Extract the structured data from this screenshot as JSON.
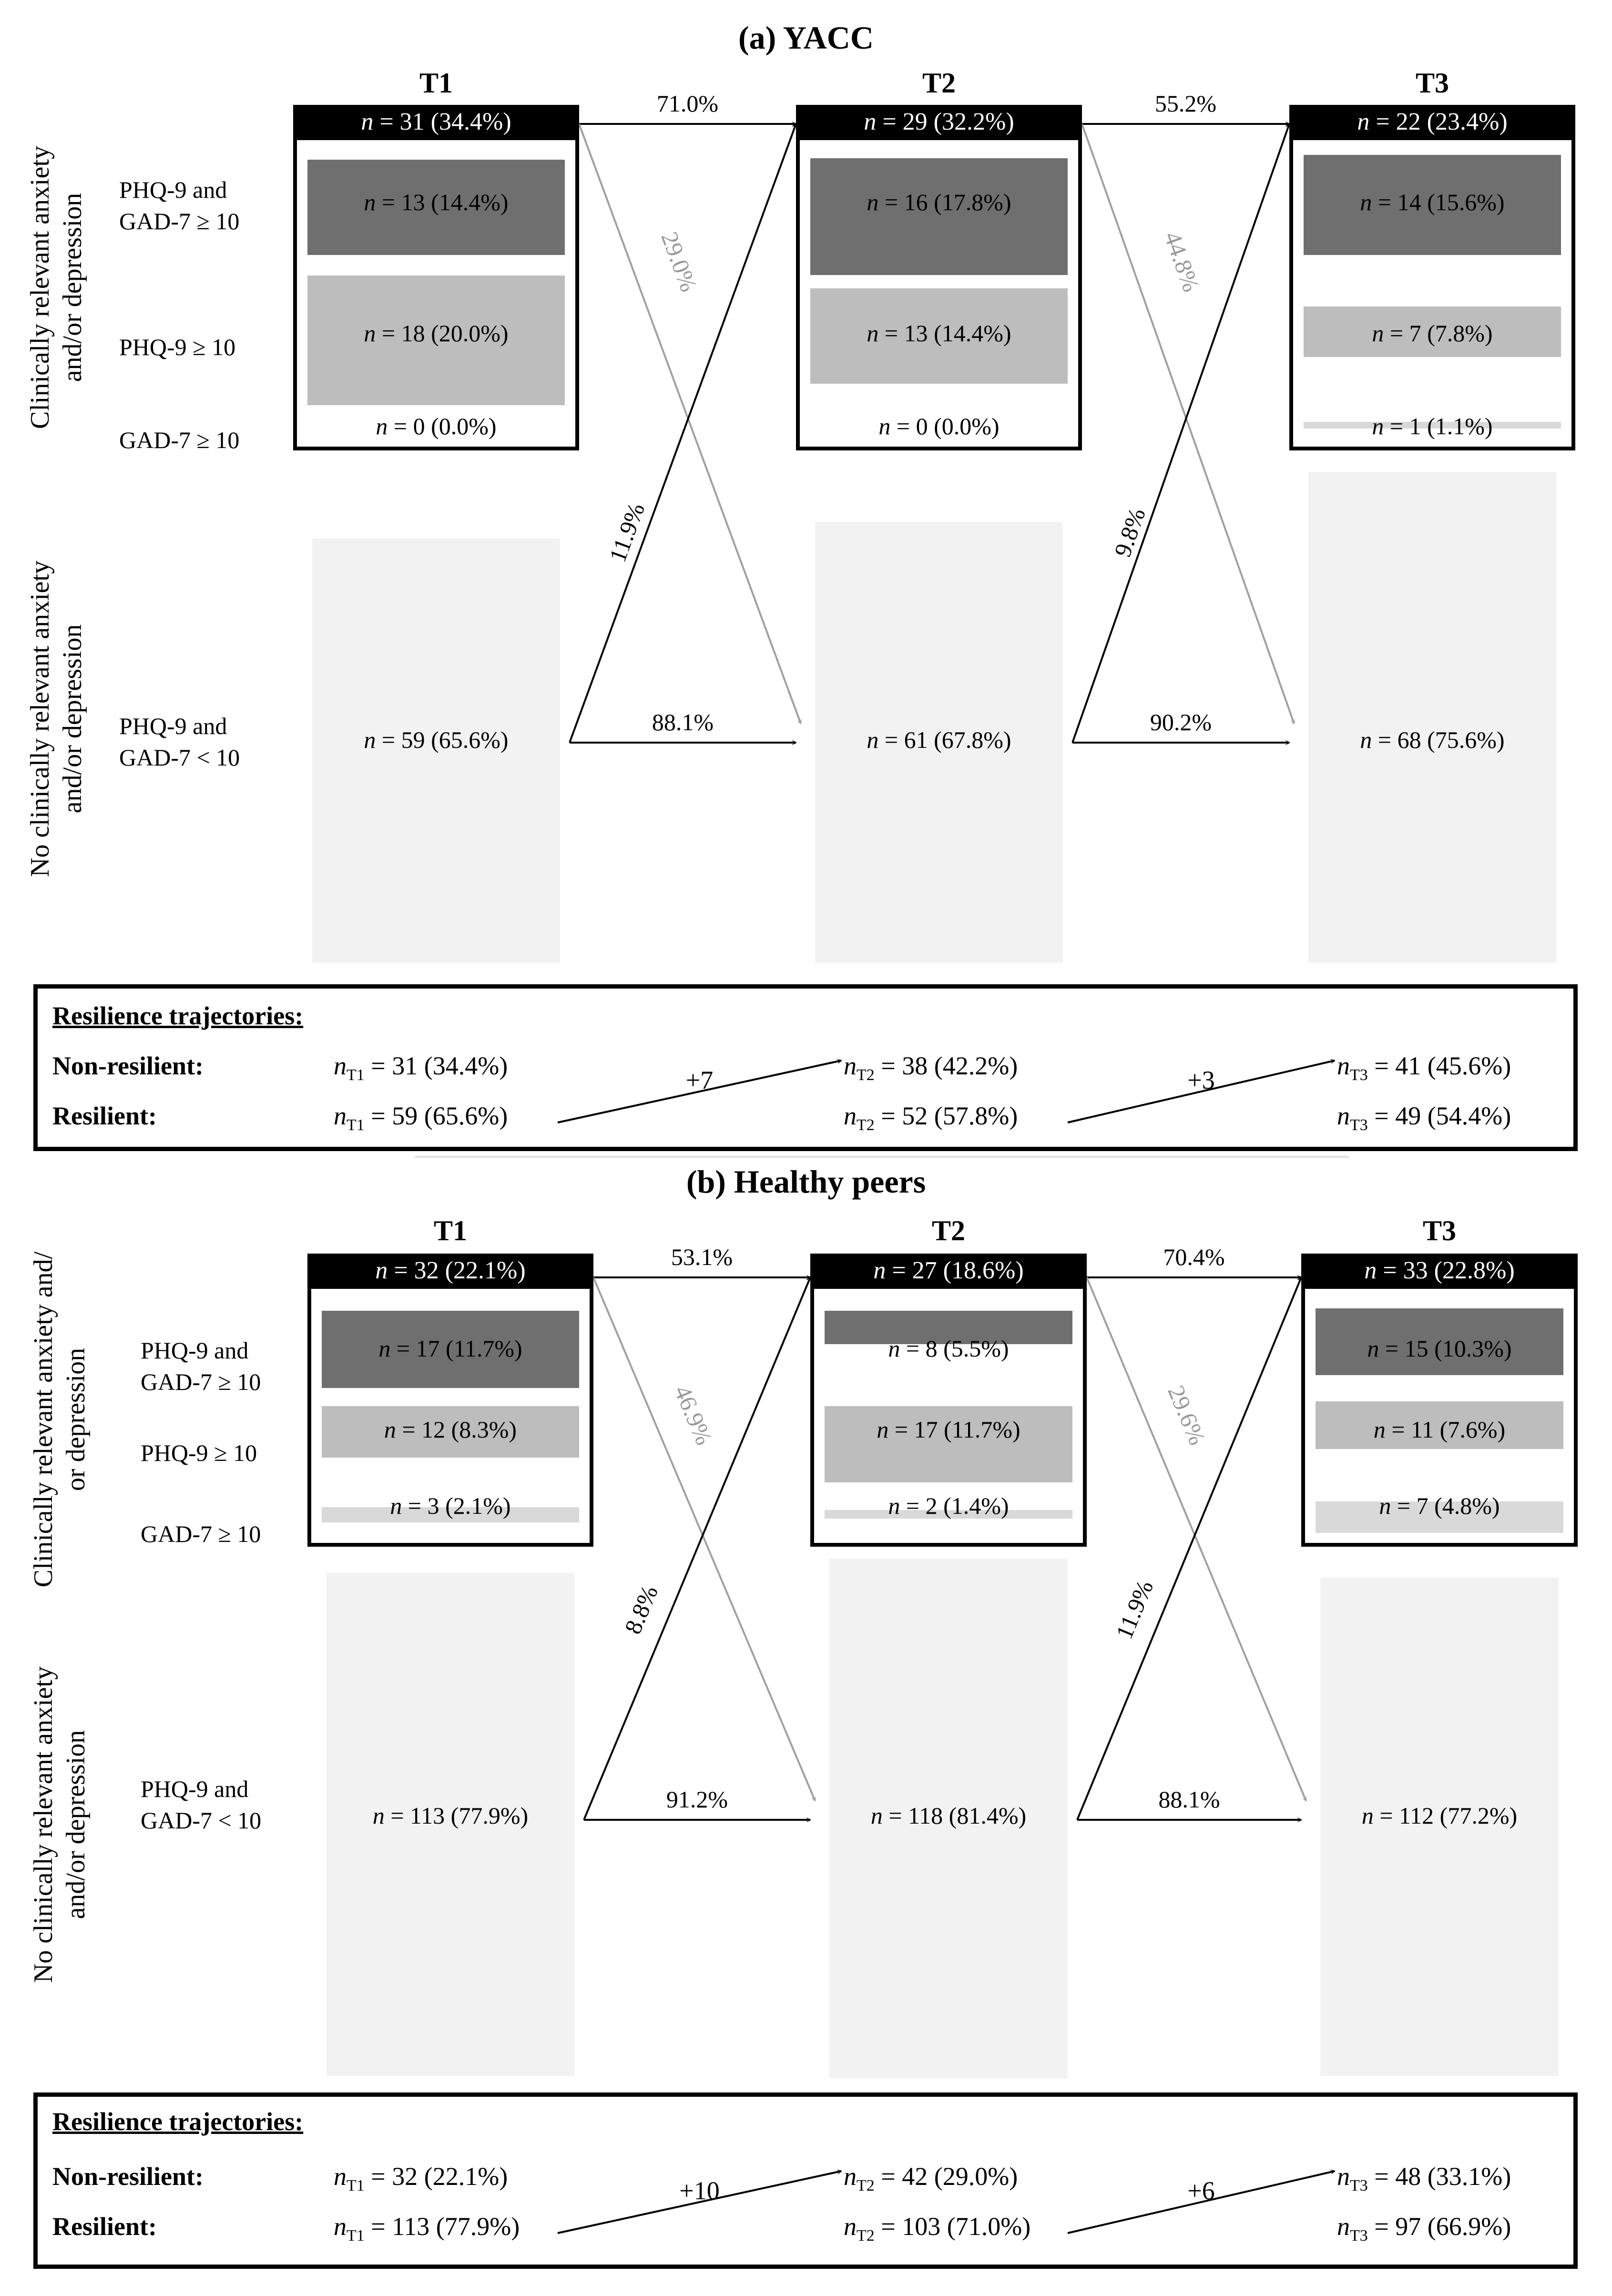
{
  "panels": [
    {
      "title": "(a) YACC",
      "time_labels": [
        "T1",
        "T2",
        "T3"
      ],
      "group_label_clinical": "Clinically relevant anxiety and/or depression",
      "group_label_nonclinical": "No clinically relevant anxiety and/or depression",
      "row_labels": {
        "both_1": "PHQ-9 and",
        "both_2": "GAD-7 ≥ 10",
        "phq": "PHQ-9 ≥ 10",
        "gad": "GAD-7 ≥ 10",
        "none_1": "PHQ-9 and",
        "none_2": "GAD-7 < 10"
      },
      "timepoints": [
        {
          "clinical_total": "n = 31 (34.4%)",
          "both": "n = 13 (14.4%)",
          "both_level": 0.144,
          "phq": "n = 18 (20.0%)",
          "phq_level": 0.2,
          "gad": "n = 0 (0.0%)",
          "gad_level": 0.0,
          "none": "n = 59 (65.6%)"
        },
        {
          "clinical_total": "n = 29 (32.2%)",
          "both": "n = 16 (17.8%)",
          "both_level": 0.178,
          "phq": "n = 13 (14.4%)",
          "phq_level": 0.144,
          "gad": "n = 0 (0.0%)",
          "gad_level": 0.0,
          "none": "n = 61 (67.8%)"
        },
        {
          "clinical_total": "n = 22 (23.4%)",
          "both": "n = 14 (15.6%)",
          "both_level": 0.156,
          "phq": "n = 7 (7.8%)",
          "phq_level": 0.078,
          "gad": "n = 1 (1.1%)",
          "gad_level": 0.011,
          "none": "n = 68 (75.6%)"
        }
      ],
      "transitions": [
        {
          "stay_clinical": "71.0%",
          "clinical_to_non": "29.0%",
          "non_to_clinical": "11.9%",
          "stay_non": "88.1%"
        },
        {
          "stay_clinical": "55.2%",
          "clinical_to_non": "44.8%",
          "non_to_clinical": "9.8%",
          "stay_non": "90.2%"
        }
      ],
      "resilience": {
        "title": "Resilience trajectories:",
        "nonresilient_label": "Non-resilient:",
        "resilient_label": "Resilient:",
        "nonresilient": [
          "= 31 (34.4%)",
          "= 38 (42.2%)",
          "= 41 (45.6%)"
        ],
        "resilient": [
          "= 59 (65.6%)",
          "= 52 (57.8%)",
          "= 49 (54.4%)"
        ],
        "changes": [
          "+7",
          "+3"
        ]
      }
    },
    {
      "title": "(b) Healthy peers",
      "time_labels": [
        "T1",
        "T2",
        "T3"
      ],
      "group_label_clinical": "Clinically relevant anxiety and/ or depression",
      "group_label_nonclinical": "No clinically relevant anxiety and/or depression",
      "row_labels": {
        "both_1": "PHQ-9 and",
        "both_2": "GAD-7 ≥ 10",
        "phq": "PHQ-9 ≥ 10",
        "gad": "GAD-7 ≥ 10",
        "none_1": "PHQ-9 and",
        "none_2": "GAD-7 < 10"
      },
      "timepoints": [
        {
          "clinical_total": "n = 32 (22.1%)",
          "both": "n = 17 (11.7%)",
          "both_level": 0.117,
          "phq": "n = 12 (8.3%)",
          "phq_level": 0.083,
          "gad": "n = 3 (2.1%)",
          "gad_level": 0.021,
          "none": "n = 113 (77.9%)"
        },
        {
          "clinical_total": "n = 27 (18.6%)",
          "both": "n = 8 (5.5%)",
          "both_level": 0.055,
          "phq": "n = 17 (11.7%)",
          "phq_level": 0.117,
          "gad": "n = 2 (1.4%)",
          "gad_level": 0.014,
          "none": "n = 118 (81.4%)"
        },
        {
          "clinical_total": "n = 33 (22.8%)",
          "both": "n = 15 (10.3%)",
          "both_level": 0.103,
          "phq": "n = 11 (7.6%)",
          "phq_level": 0.076,
          "gad": "n = 7 (4.8%)",
          "gad_level": 0.048,
          "none": "n = 112 (77.2%)"
        }
      ],
      "transitions": [
        {
          "stay_clinical": "53.1%",
          "clinical_to_non": "46.9%",
          "non_to_clinical": "8.8%",
          "stay_non": "91.2%"
        },
        {
          "stay_clinical": "70.4%",
          "clinical_to_non": "29.6%",
          "non_to_clinical": "11.9%",
          "stay_non": "88.1%"
        }
      ],
      "resilience": {
        "title": "Resilience trajectories:",
        "nonresilient_label": "Non-resilient:",
        "resilient_label": "Resilient:",
        "nonresilient": [
          "= 32 (22.1%)",
          "= 42 (29.0%)",
          "= 48 (33.1%)"
        ],
        "resilient": [
          "= 113 (77.9%)",
          "= 103 (71.0%)",
          "= 97 (66.9%)"
        ],
        "changes": [
          "+10",
          "+6"
        ]
      }
    }
  ],
  "resilience_symbols": [
    "n",
    "T1",
    "T2",
    "T3"
  ],
  "colors": {
    "both": "#6f6f6f",
    "phq": "#bdbdbd",
    "gad": "#d9d9d9",
    "none": "#f2f2f2",
    "arrow_gray": "#a0a0a0"
  }
}
